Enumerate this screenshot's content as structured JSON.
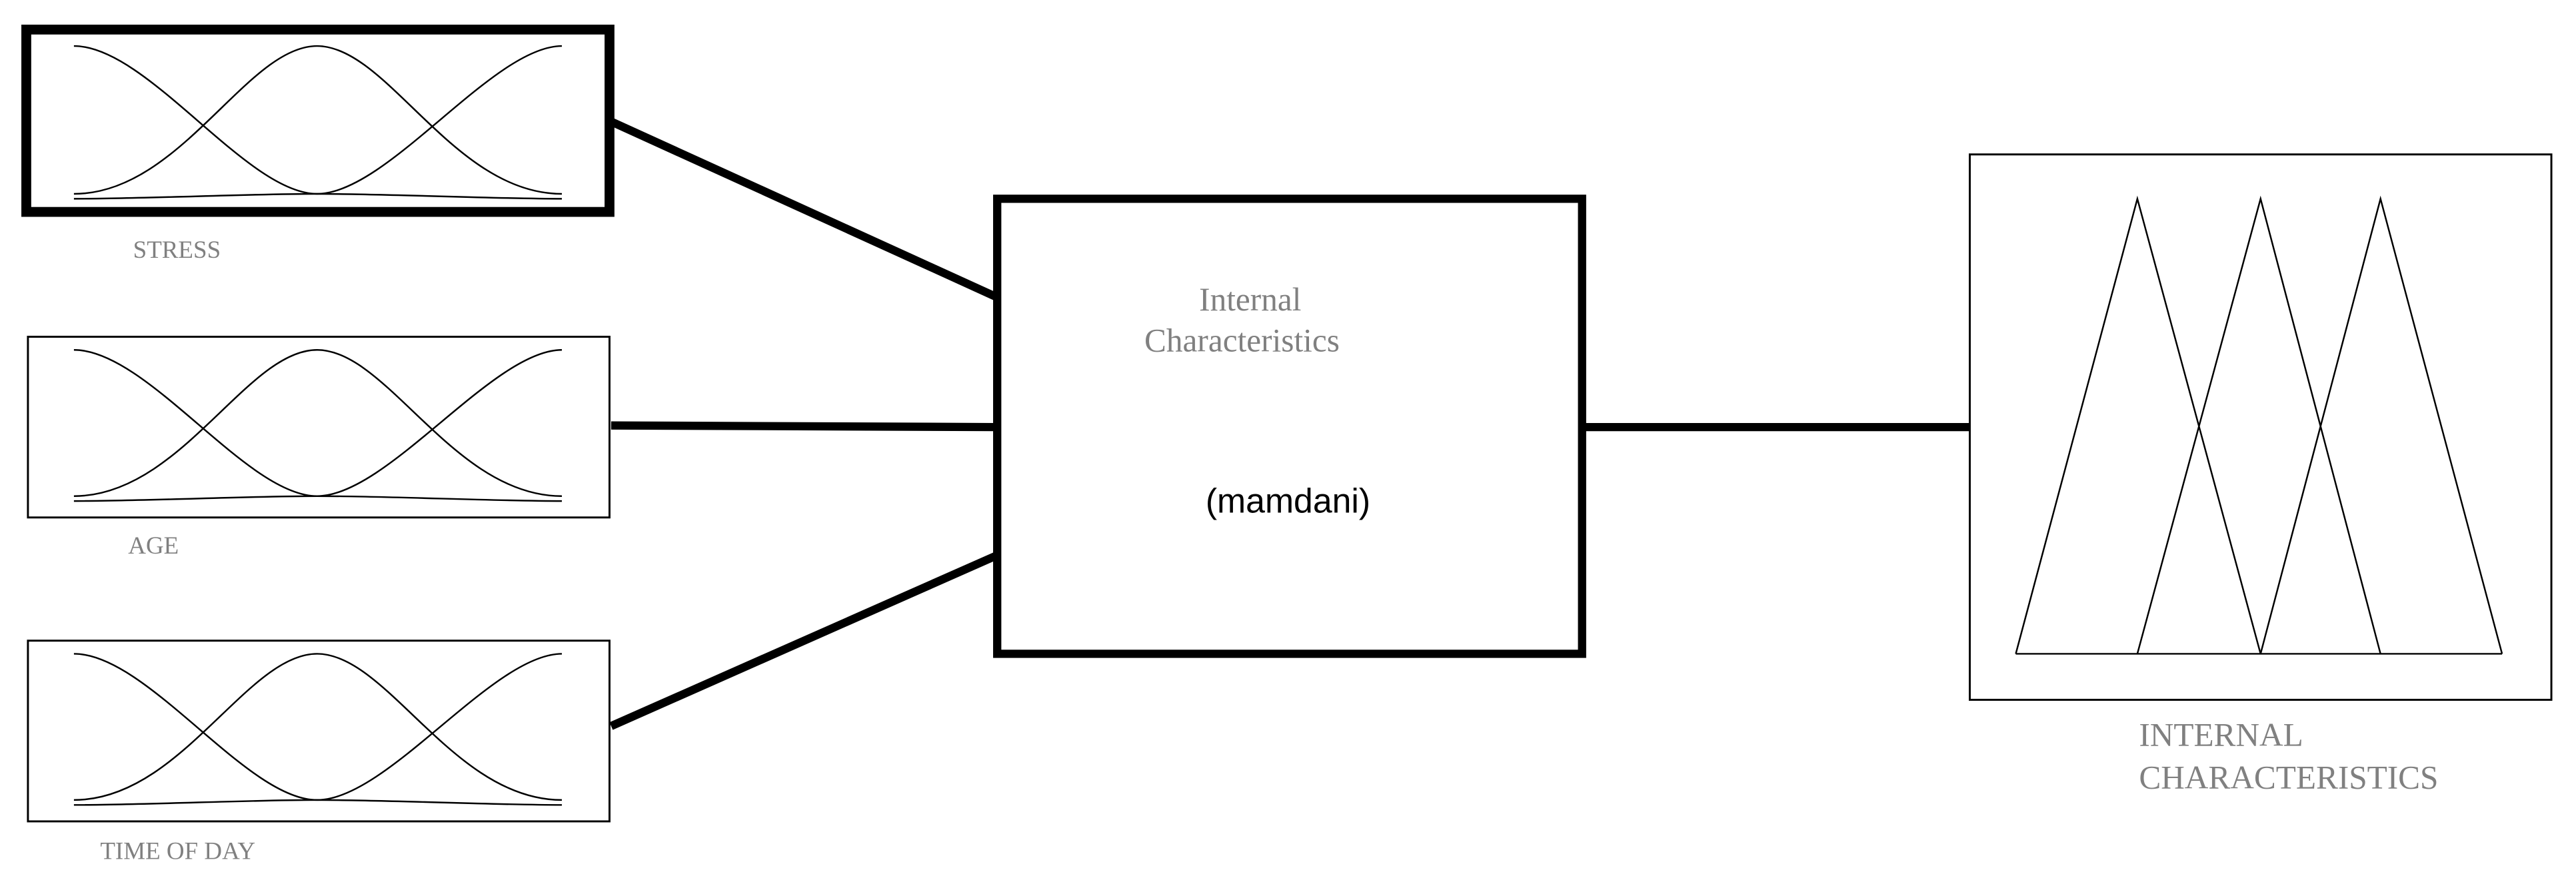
{
  "inputs": [
    {
      "label": "STRESS"
    },
    {
      "label": "AGE"
    },
    {
      "label": "TIME OF DAY"
    }
  ],
  "system": {
    "title_line1": "Internal",
    "title_line2": "Characteristics",
    "method": "(mamdani)"
  },
  "output": {
    "label_line1": "INTERNAL",
    "label_line2": "CHARACTERISTICS"
  },
  "colors": {
    "line": "#000000",
    "label": "#808080"
  }
}
